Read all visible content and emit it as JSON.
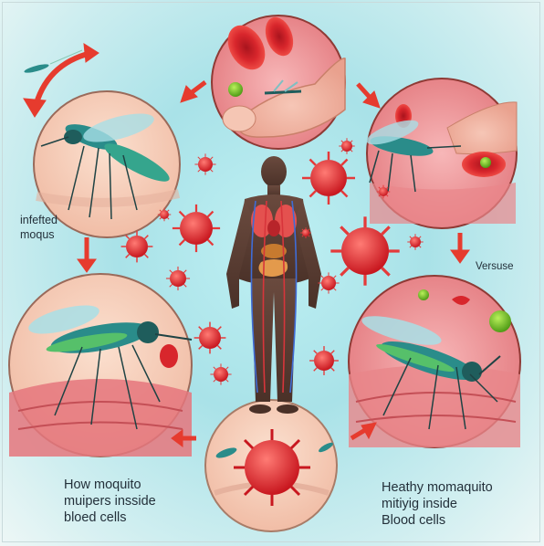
{
  "labels": {
    "top_left": [
      "infefted",
      "moqus"
    ],
    "right_middle": "Versuse",
    "bottom_left": [
      "How moquito",
      "muipers insside",
      "bloed cells"
    ],
    "bottom_right": [
      "Heathy momaquito",
      "mitiyig inside",
      "Blood cells"
    ]
  },
  "colors": {
    "background": "#a9e2e8",
    "arrow": "#e63b2e",
    "virus": "#e53a3a",
    "mosquito_body": "#2a8c8a",
    "skin": "#f3c1ae"
  },
  "icons": [
    "mosquito",
    "virus",
    "human-body",
    "red-blood-cell",
    "finger",
    "arrow"
  ]
}
